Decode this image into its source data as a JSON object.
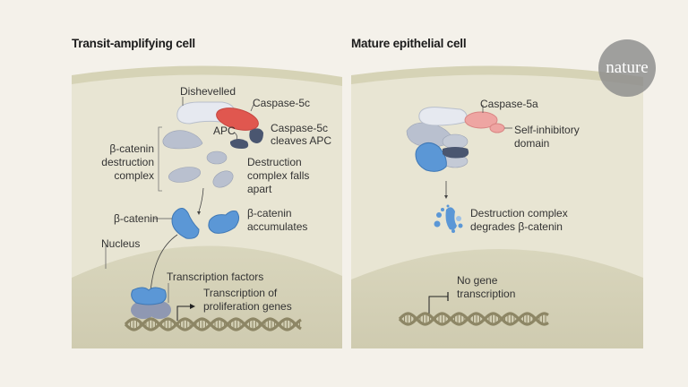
{
  "logo": {
    "text": "nature"
  },
  "panels": [
    {
      "title": "Transit-amplifying cell",
      "labels": {
        "dishevelled": "Dishevelled",
        "caspase": "Caspase-5c",
        "cleaves_line1": "Caspase-5c",
        "cleaves_line2": "cleaves APC",
        "apc": "APC",
        "complex_line1": "β-catenin",
        "complex_line2": "destruction",
        "complex_line3": "complex",
        "falls_line1": "Destruction",
        "falls_line2": "complex falls",
        "falls_line3": "apart",
        "bcatenin": "β-catenin",
        "accum_line1": "β-catenin",
        "accum_line2": "accumulates",
        "nucleus": "Nucleus",
        "tf": "Transcription factors",
        "prolif_line1": "Transcription of",
        "prolif_line2": "proliferation genes"
      }
    },
    {
      "title": "Mature epithelial cell",
      "labels": {
        "caspase": "Caspase-5a",
        "selfinh_line1": "Self-inhibitory",
        "selfinh_line2": "domain",
        "degrades_line1": "Destruction complex",
        "degrades_line2": "degrades β-catenin",
        "nogene_line1": "No gene",
        "nogene_line2": "transcription"
      }
    }
  ],
  "colors": {
    "background": "#f4f1ea",
    "cytoplasm": "#e8e5d3",
    "nucleus": "#d6d3b8",
    "membrane": "#d2cfb2",
    "caspase_active": "#e0574f",
    "caspase_inactive": "#eea5a2",
    "bcatenin": "#5b97d6",
    "apc": "#4a5670",
    "complex_gray": "#b9c0cf",
    "dna": "#8d8665"
  }
}
